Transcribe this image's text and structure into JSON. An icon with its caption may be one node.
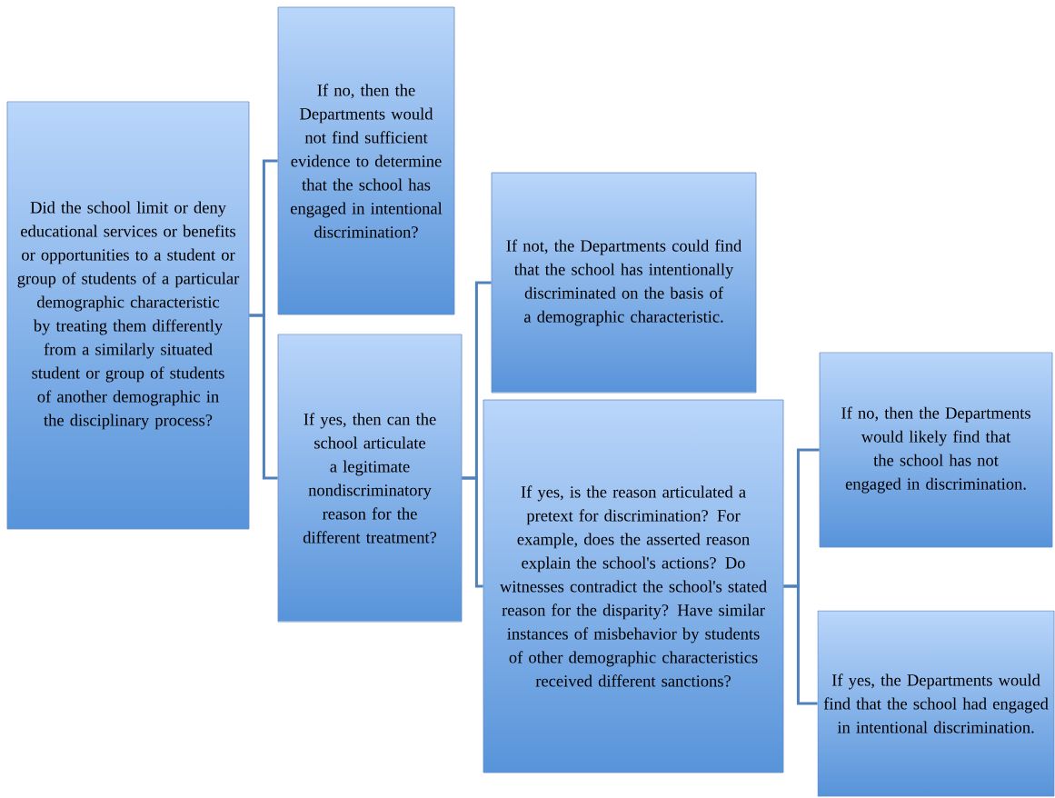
{
  "diagram": {
    "nodes": [
      {
        "text": [
          "Did the school limit or deny educational services or benefits or opportunities to a student or group of students of a particular demographic characteristic by treating them differently from a similarly situated student or group of students of another demographic in the disciplinary process?"
        ]
      },
      {
        "text": [
          "If no, then the Departments would not find sufficient evidence to determine that the school has engaged in intentional discrimination?"
        ]
      },
      {
        "text": [
          "If yes, then can the school articulate a legitimate nondiscriminatory reason for the different treatment?"
        ]
      },
      {
        "text": [
          "If not, the Departments could find that the school has intentionally discriminated on the basis of a demographic characteristic."
        ]
      },
      {
        "text": [
          "If yes, is the reason articulated a pretext for discrimination? For example, does the asserted reason explain the school's actions? Do witnesses contradict the school's stated reason for the disparity? Have similar instances of misbehavior by students of other demographic characteristics received different sanctions?"
        ]
      },
      {
        "text": [
          "If no, then the Departments would likely find that the school has not engaged in discrimination."
        ]
      },
      {
        "text": [
          "If yes, the Departments would find that the school had engaged in intentional discrimination."
        ]
      }
    ],
    "edges": [
      {
        "from": 0,
        "to": 1,
        "arrow": "none"
      },
      {
        "from": 0,
        "to": 2,
        "arrow": "none"
      },
      {
        "from": 2,
        "to": 3,
        "arrow": "none"
      },
      {
        "from": 2,
        "to": 4,
        "arrow": "none"
      },
      {
        "from": 4,
        "to": 5,
        "arrow": "none"
      },
      {
        "from": 4,
        "to": 6,
        "arrow": "none"
      }
    ]
  }
}
